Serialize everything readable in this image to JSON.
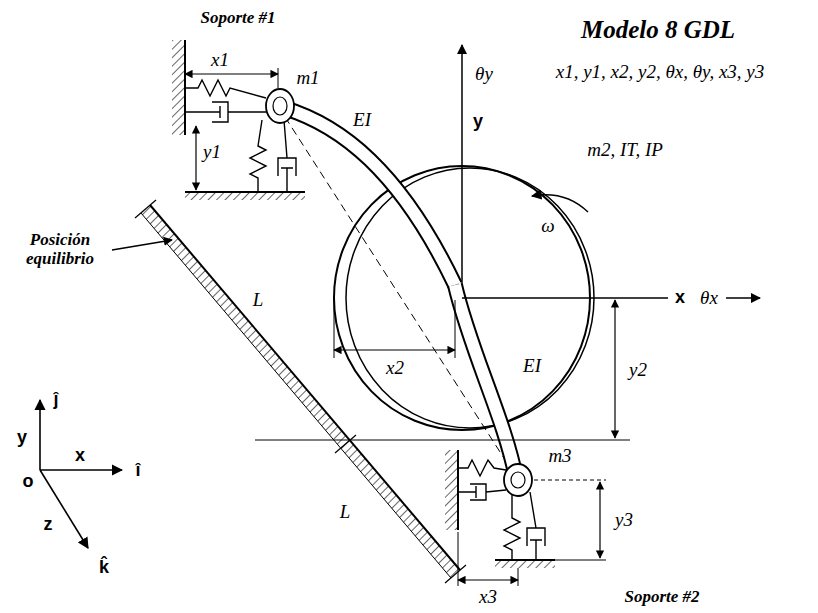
{
  "diagram": {
    "title": "Modelo 8 GDL",
    "labels": [
      "Soporte #1",
      "x1, y1, x2, y2, θx, θy, x3, y3",
      "x1",
      "m1",
      "y1",
      "θy",
      "y",
      "EI",
      "m2, IT, IP",
      "ω",
      "x",
      "θx",
      "Posición equilibrio",
      "L",
      "x2",
      "y2",
      "EI",
      "ĵ",
      "y",
      "o",
      "x",
      "î",
      "z",
      "k̂",
      "L",
      "m3",
      "y3",
      "x3",
      "Soporte #2"
    ]
  }
}
